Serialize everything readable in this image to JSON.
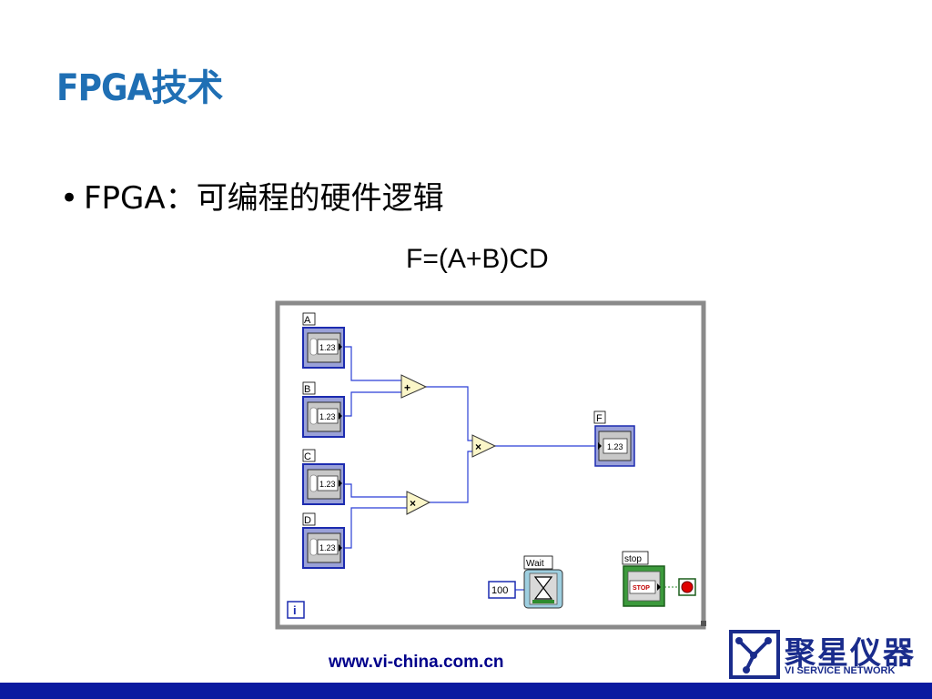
{
  "slide": {
    "title": "FPGA技术",
    "bullet_text": "FPGA：可编程的硬件逻辑",
    "formula": "F=(A+B)CD"
  },
  "diagram": {
    "controls": [
      {
        "label": "A",
        "value": "1.23"
      },
      {
        "label": "B",
        "value": "1.23"
      },
      {
        "label": "C",
        "value": "1.23"
      },
      {
        "label": "D",
        "value": "1.23"
      }
    ],
    "add_symbol": "+",
    "multiply_symbol_1": "×",
    "multiply_symbol_2": "×",
    "indicator": {
      "label": "F",
      "value": "1.23"
    },
    "wait": {
      "label": "Wait",
      "constant": "100"
    },
    "stop": {
      "label": "stop",
      "button_text": "STOP"
    },
    "loop_iteration": "i"
  },
  "footer": {
    "url": "www.vi-china.com.cn",
    "logo_cn": "聚星仪器",
    "logo_en": "VI SERVICE NETWORK"
  },
  "colors": {
    "title": "#1f6fb4",
    "wire": "#2b3fd6",
    "footer_bar": "#0a1aa0",
    "logo": "#1a2c8c"
  }
}
